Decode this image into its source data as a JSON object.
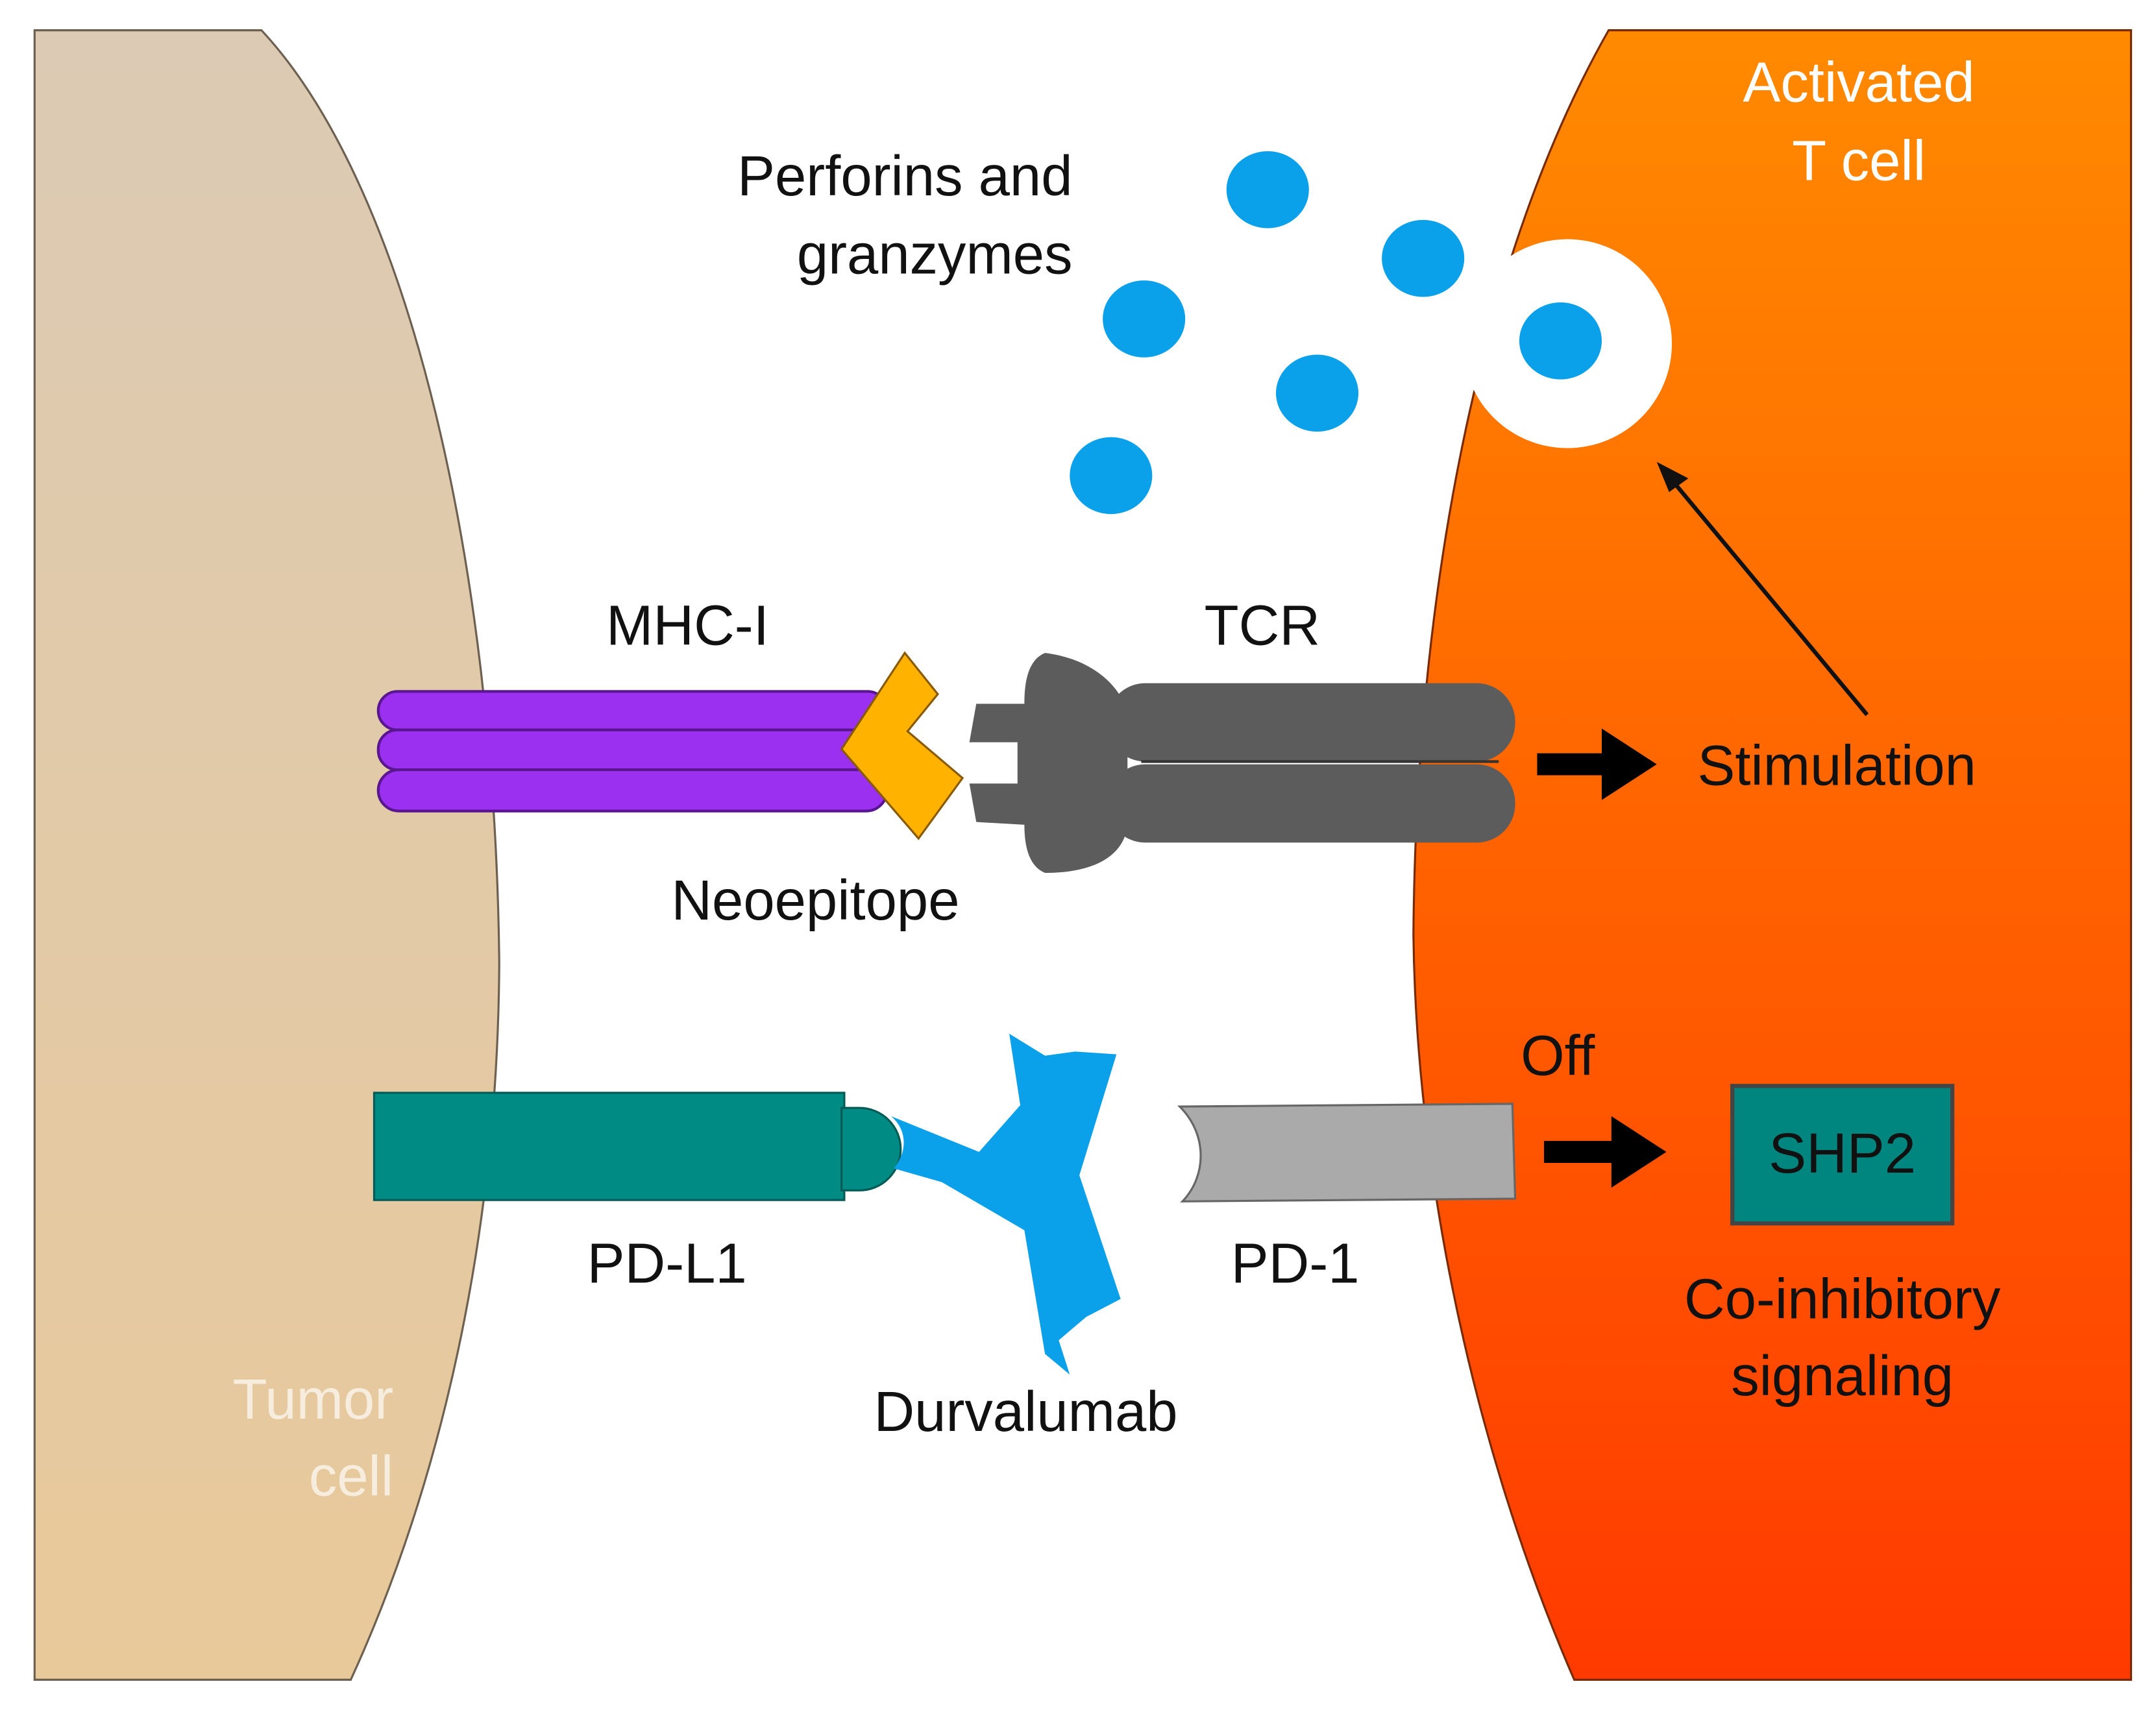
{
  "labels": {
    "activated_t_cell": [
      "Activated",
      "T cell"
    ],
    "perforins": [
      "Perforins and",
      "granzymes"
    ],
    "mhc": "MHC-I",
    "tcr": "TCR",
    "stimulation": "Stimulation",
    "neoepitope": "Neoepitope",
    "off": "Off",
    "shp2": "SHP2",
    "pdl1": "PD-L1",
    "pd1": "PD-1",
    "coinhibitory": [
      "Co-inhibitory",
      "signaling"
    ],
    "durvalumab": "Durvalumab",
    "tumor_cell": [
      "Tumor",
      "cell"
    ]
  },
  "colors": {
    "tumor_top": "#dccab4",
    "tumor_bottom": "#e8c99a",
    "tcell_top": "#ff8a00",
    "tcell_bottom": "#ff3a00",
    "perforin": "#0aa0ea",
    "mhc": "#9b30f0",
    "neoepitope": "#ffb300",
    "tcr": "#5c5c5c",
    "pdl1": "#008b84",
    "durvalumab": "#0aa0ea",
    "pd1": "#aaaaaa",
    "shp2": "#00857f"
  }
}
